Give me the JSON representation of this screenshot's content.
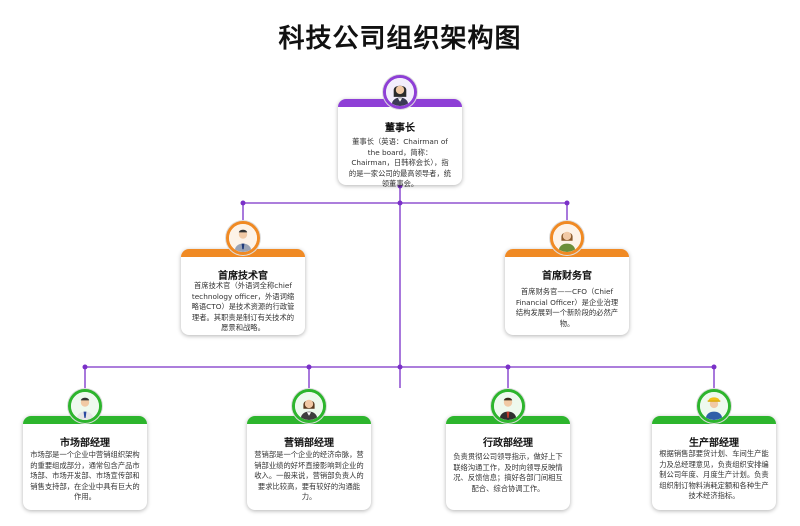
{
  "title": "科技公司组织架构图",
  "colors": {
    "purple": "#8e3fd6",
    "orange": "#f08a24",
    "green": "#2db52d",
    "line": "#7a30c8"
  },
  "nodes": {
    "ceo": {
      "role": "董事长",
      "desc": "董事长（英语：Chairman of the board，简称：Chairman，日韩称会长），指的是一家公司的最高领导者，统领董事会。"
    },
    "cto": {
      "role": "首席技术官",
      "desc": "首席技术官（外语词全称chief technology officer，外语词缩略语CTO）是技术资源的行政管理者。其职责是制订有关技术的愿景和战略。"
    },
    "cfo": {
      "role": "首席财务官",
      "desc": "首席财务官——CFO（Chief Financial Officer）是企业治理结构发展到一个新阶段的必然产物。"
    },
    "mkt": {
      "role": "市场部经理",
      "desc": "市场部是一个企业中营销组织架构的重要组成部分，通常包含产品市场部、市场开发部、市场宣传部和销售支持部，在企业中具有巨大的作用。"
    },
    "sales": {
      "role": "营销部经理",
      "desc": "营销部是一个企业的经济命脉，营销部业绩的好坏直接影响到企业的收入。一般来说，营销部负责人的要求比较高，要有较好的沟通能力。"
    },
    "admin": {
      "role": "行政部经理",
      "desc": "负责贯彻公司领导指示，做好上下联络沟通工作，及时向领导反映情况、反馈信息；搞好各部门间相互配合、综合协调工作。"
    },
    "prod": {
      "role": "生产部经理",
      "desc": "根据销售部要货计划、车间生产能力及总经理意见，负责组织安排编制公司年度、月度生产计划。负责组织制订物料消耗定额和各种生产技术经济指标。"
    }
  }
}
